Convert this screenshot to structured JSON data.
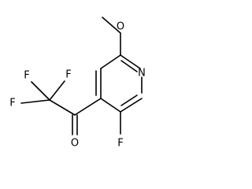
{
  "molecule": {
    "atoms": {
      "f_top_left": "F",
      "f_top_right": "F",
      "f_left": "F",
      "o_carbonyl": "O",
      "f_ring": "F",
      "n_ring": "N",
      "o_methoxy": "O"
    }
  }
}
